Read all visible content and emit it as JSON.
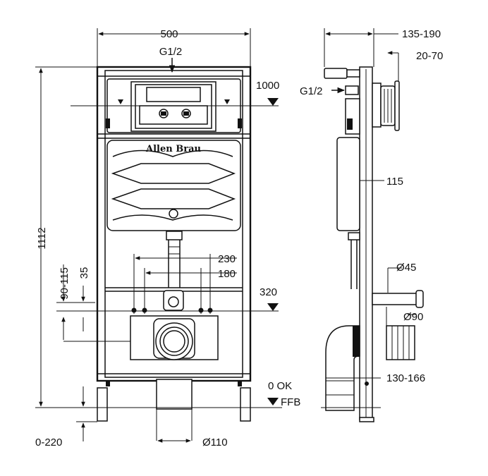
{
  "brand": "Allen Brau",
  "front_view": {
    "width": "500",
    "height": "1112",
    "water_inlet": "G1/2",
    "inlet_height": "1000",
    "bolt_spacing_outer": "230",
    "bolt_spacing_inner": "180",
    "drain_height": "320",
    "bolt_vertical": "90-115",
    "bolt_offset": "35",
    "floor_zero": "0 OK",
    "floor_finished": "FFB",
    "leg_adjust": "0-220",
    "drain_diameter": "Ø110"
  },
  "side_view": {
    "depth_range": "135-190",
    "button_range": "20-70",
    "water_inlet": "G1/2",
    "tank_depth": "115",
    "flush_pipe": "Ø45",
    "drain_pipe": "Ø90",
    "drain_offset": "130-166"
  }
}
